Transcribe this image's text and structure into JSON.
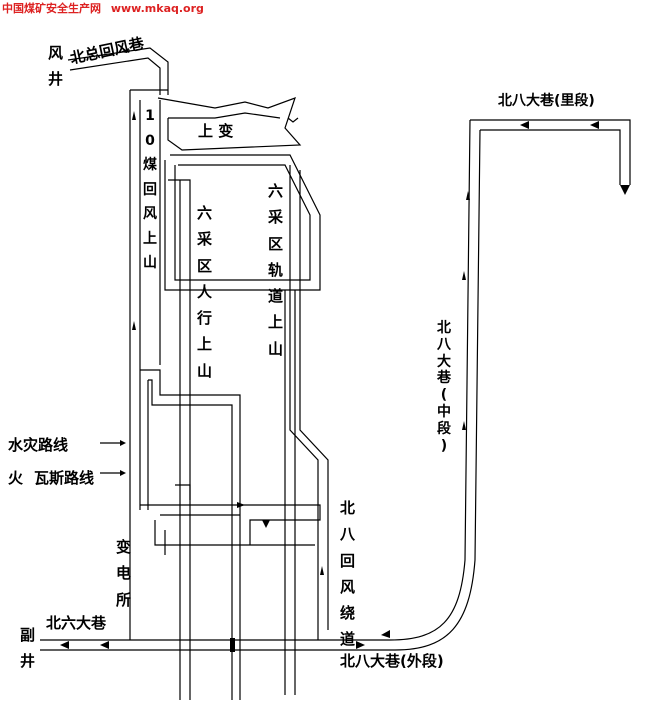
{
  "watermark": {
    "cn": "中国煤矿安全生产网",
    "url": "www.mkaq.org"
  },
  "labels": {
    "north_main_return": "北总回风巷",
    "vent_shaft": "风井",
    "transformer_top": "上 变",
    "seam10_return_up": "10煤回风上山",
    "six_area_man_up": "六采区人行上山",
    "six_area_track_up": "六采区轨道上山",
    "water_fire_route_1": "水灾路线",
    "fire_prefix": "火",
    "gas_route": "瓦斯路线",
    "substation": "变电所",
    "north8_return_bypass": "北八回风绕道",
    "north6_main": "北六大巷",
    "aux_shaft": "副井",
    "north8_main_outer": "北八大巷(外段)",
    "north8_main_mid": "北八大巷 ( 中段 )",
    "north8_main_inner": "北八大巷(里段)"
  },
  "legend_arrow_icons": [
    "arrow-right-icon",
    "arrow-right-icon"
  ]
}
